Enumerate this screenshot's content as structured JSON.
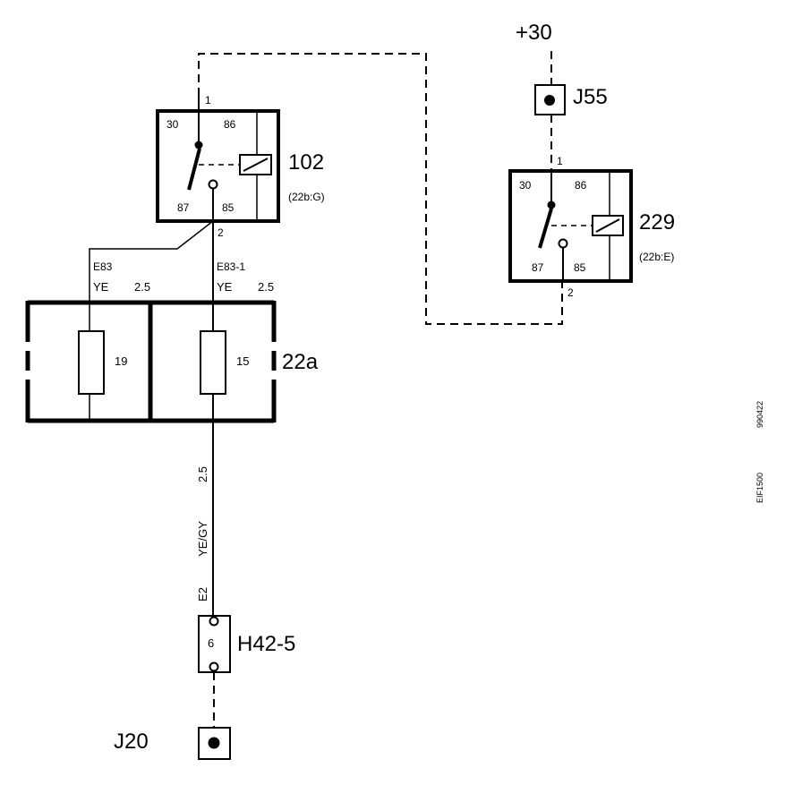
{
  "supply": {
    "label": "+30"
  },
  "connectors": {
    "j55": {
      "label": "J55"
    },
    "j20": {
      "label": "J20"
    },
    "h42_5": {
      "label": "H42-5",
      "pin": "6"
    }
  },
  "relays": {
    "r102": {
      "label": "102",
      "ref": "(22b:G)",
      "pin_30": "30",
      "pin_86": "86",
      "pin_87": "87",
      "pin_85": "85",
      "in_pin": "1",
      "out_pin": "2"
    },
    "r229": {
      "label": "229",
      "ref": "(22b:E)",
      "pin_30": "30",
      "pin_86": "86",
      "pin_87": "87",
      "pin_85": "85",
      "in_pin": "1",
      "out_pin": "2"
    }
  },
  "fusebox": {
    "label": "22a",
    "fuse_a": "19",
    "fuse_b": "15"
  },
  "wires": {
    "e83": {
      "id": "E83",
      "color": "YE",
      "size": "2.5"
    },
    "e83_1": {
      "id": "E83-1",
      "color": "YE",
      "size": "2.5"
    },
    "e2": {
      "id": "E2",
      "color": "YE/GY",
      "size": "2.5"
    }
  },
  "meta": {
    "code_a": "990422",
    "code_b": "EIF1500"
  }
}
